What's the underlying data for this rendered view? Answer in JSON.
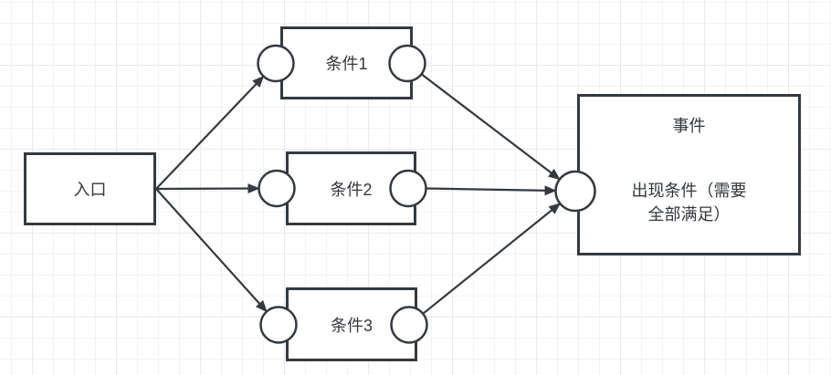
{
  "diagram": {
    "entry": {
      "label": "入口"
    },
    "conditions": [
      {
        "label": "条件1"
      },
      {
        "label": "条件2"
      },
      {
        "label": "条件3"
      }
    ],
    "event": {
      "title": "事件",
      "body_line1": "出现条件（需要",
      "body_line2": "全部满足）"
    }
  },
  "colors": {
    "stroke": "#343a40",
    "text": "#33383d",
    "shape_fill": "#ffffff",
    "grid_minor": "#f3f3f3",
    "grid_major": "#e9e9e9",
    "background": "#ffffff"
  }
}
